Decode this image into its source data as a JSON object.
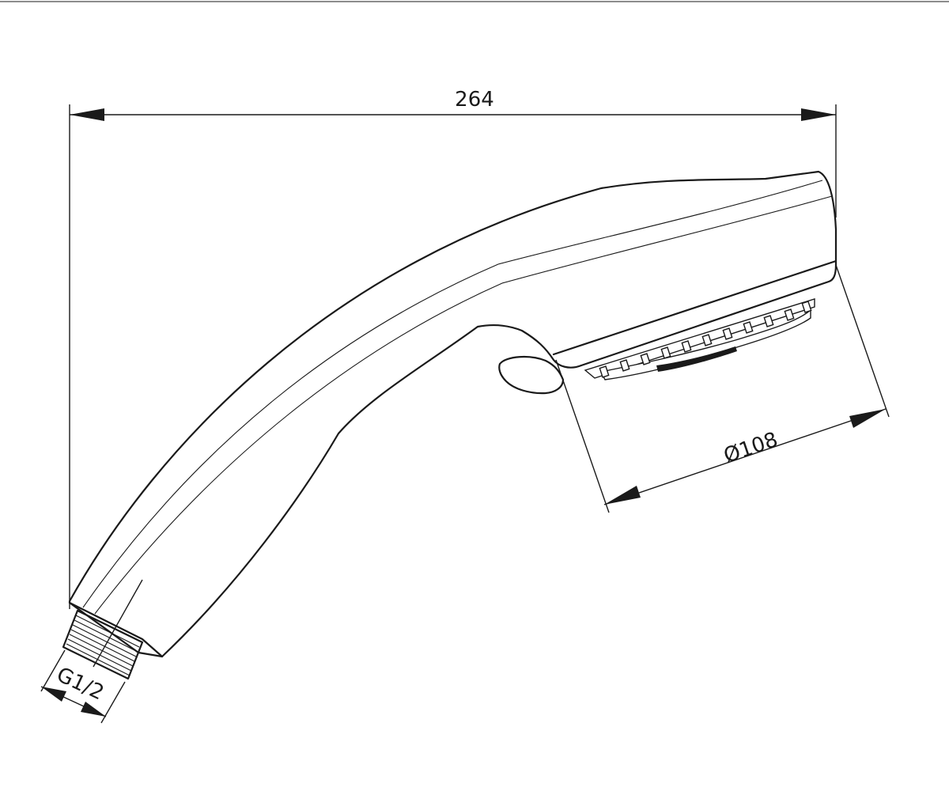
{
  "dimensions": {
    "overall_length": "264",
    "head_diameter": "Ø108",
    "thread": "G1/2"
  }
}
